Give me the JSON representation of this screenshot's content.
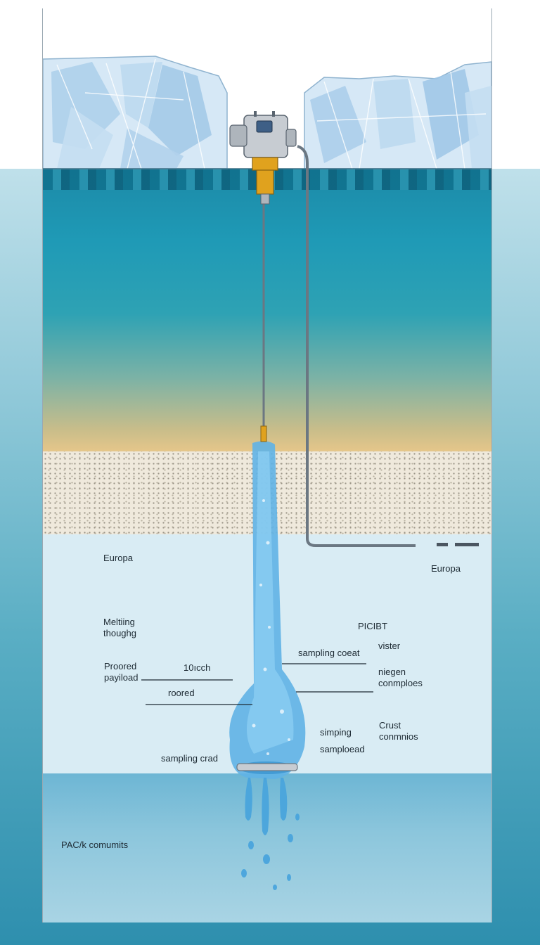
{
  "labels": {
    "europa_left": "Europa",
    "europa_right": "Europa",
    "melting_1": "Meltiing",
    "melting_2": "thoughg",
    "proored_1": "Proored",
    "proored_2": "payiload",
    "tick_10": "10ıcch",
    "roored": "roored",
    "sampling_coeat": "sampling coeat",
    "picibt": "PICIBT",
    "vister": "vister",
    "niegen_1": "niegen",
    "niegen_2": "conmploes",
    "crust_1": "Crust",
    "crust_2": "conmnios",
    "simping_1": "simping",
    "simping_2": "samploead",
    "sampling_crad": "sampling crad",
    "pack_commits": "PAC/k comumits"
  },
  "colors": {
    "ice": "#d6e8f6",
    "ocean_top": "#1c8aa8",
    "ocean_bottom": "#efc98a",
    "sediment": "#efe9dc",
    "label_zone": "#d9ecf4",
    "deep_water": "#6db6d4",
    "melt_water": "#5fb3e6",
    "probe_body": "#c7ccd2",
    "probe_collar": "#e0a21e"
  },
  "icons": [
    "probe-housing-icon",
    "melt-plume-icon",
    "cable-icon",
    "ice-block-icon"
  ]
}
